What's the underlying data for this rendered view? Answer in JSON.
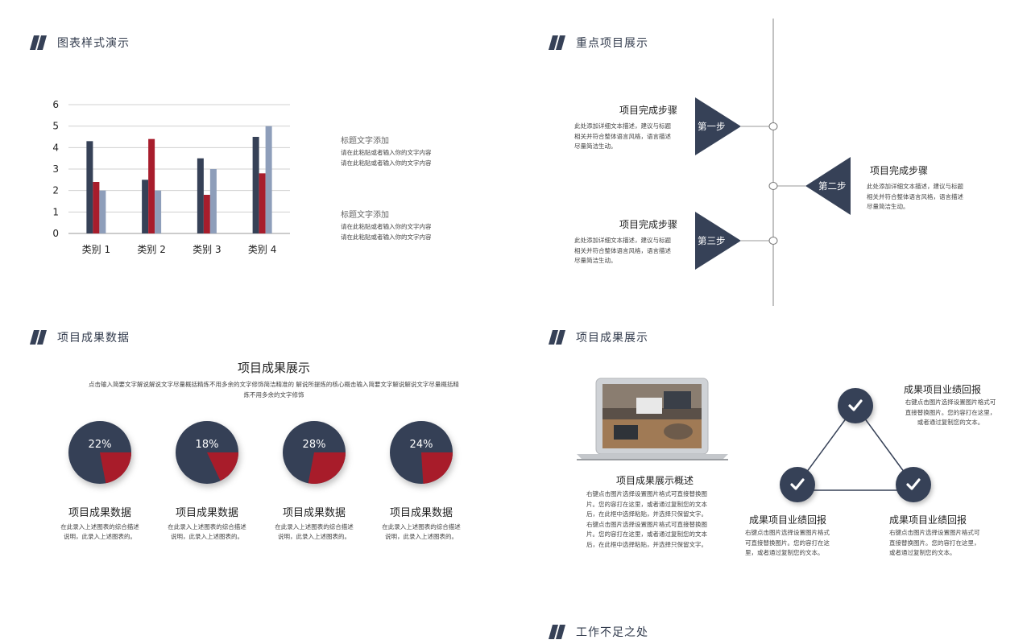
{
  "sections": {
    "s1": "图表样式演示",
    "s2": "重点项目展示",
    "s3": "项目成果数据",
    "s4": "项目成果展示",
    "s5": "工作不足之处"
  },
  "colors": {
    "navy": "#364157",
    "red": "#a81d2c",
    "lightblue": "#8e9eba",
    "accent_title": "#333c4e"
  },
  "chart_data": {
    "type": "bar",
    "categories": [
      "类别 1",
      "类别 2",
      "类别 3",
      "类别 4"
    ],
    "series": [
      {
        "values": [
          4.3,
          2.5,
          3.5,
          4.5
        ]
      },
      {
        "values": [
          2.4,
          4.4,
          1.8,
          2.8
        ]
      },
      {
        "values": [
          2,
          2,
          3,
          5
        ]
      }
    ],
    "ylim": [
      0,
      6
    ],
    "yticks": [
      "0",
      "1",
      "2",
      "3",
      "4",
      "5",
      "6"
    ],
    "grid": true
  },
  "chart_notes": [
    {
      "title": "标题文字添加",
      "line1": "请在此粘贴或者输入你的文字内容",
      "line2": "请在此粘贴或者输入你的文字内容"
    },
    {
      "title": "标题文字添加",
      "line1": "请在此粘贴或者输入你的文字内容",
      "line2": "请在此粘贴或者输入你的文字内容"
    }
  ],
  "steps": [
    {
      "badge": "第一步",
      "title": "项目完成步骤",
      "desc": [
        "此处添加详细文本描述，建议与标题",
        "相关并符合整体语言风格，语言描述",
        "尽量简洁生动。"
      ]
    },
    {
      "badge": "第二步",
      "title": "项目完成步骤",
      "desc": [
        "此处添加详细文本描述，建议与标题",
        "相关并符合整体语言风格，语言描述",
        "尽量简洁生动。"
      ]
    },
    {
      "badge": "第三步",
      "title": "项目完成步骤",
      "desc": [
        "此处添加详细文本描述，建议与标题",
        "相关并符合整体语言风格，语言描述",
        "尽量简洁生动。"
      ]
    }
  ],
  "results": {
    "heading": "项目成果展示",
    "desc1": "点击输入简要文字解说解说文字尽量概括精炼不用多余的文字修饰简洁精准的 解说所提炼的核心概击输入简要文字解说解说文字尽量概括精",
    "desc2": "炼不用多余的文字修饰",
    "pies": [
      {
        "pct": "22%",
        "value": 22,
        "title": "项目成果数据",
        "d1": "在此录入上述图表的综合描述",
        "d2": "说明，此录入上述图表的。"
      },
      {
        "pct": "18%",
        "value": 18,
        "title": "项目成果数据",
        "d1": "在此录入上述图表的综合描述",
        "d2": "说明，此录入上述图表的。"
      },
      {
        "pct": "28%",
        "value": 28,
        "title": "项目成果数据",
        "d1": "在此录入上述图表的综合描述",
        "d2": "说明，此录入上述图表的。"
      },
      {
        "pct": "24%",
        "value": 24,
        "title": "项目成果数据",
        "d1": "在此录入上述图表的综合描述",
        "d2": "说明，此录入上述图表的。"
      }
    ]
  },
  "showcase": {
    "laptop_title": "项目成果展示概述",
    "laptop_desc": [
      "右键点击图片选择设置图片格式可直接替换图",
      "片。您的容打在这里，或者通过复制您的文本",
      "后，在此框中选择粘贴，并选择只保留文字。",
      "右键点击图片选择设置图片格式可直接替换图",
      "片。您的容打在这里，或者通过复制您的文本",
      "后，在此框中选择粘贴，并选择只保留文字。"
    ],
    "top": {
      "title": "成果项目业绩回报",
      "desc": [
        "右键点击图片选择设置图片格式可",
        "直接替换图片。您的容打在这里，",
        "或者通过复制您的文本。"
      ]
    },
    "left": {
      "title": "成果项目业绩回报",
      "desc": [
        "右键点击图片选择设置图片格式",
        "可直接替换图片。您的容打在这",
        "里，或者通过复制您的文本。"
      ]
    },
    "right": {
      "title": "成果项目业绩回报",
      "desc": [
        "右键点击图片选择设置图片格式可",
        "直接替换图片。您的容打在这里，",
        "或者通过复制您的文本。"
      ]
    }
  }
}
